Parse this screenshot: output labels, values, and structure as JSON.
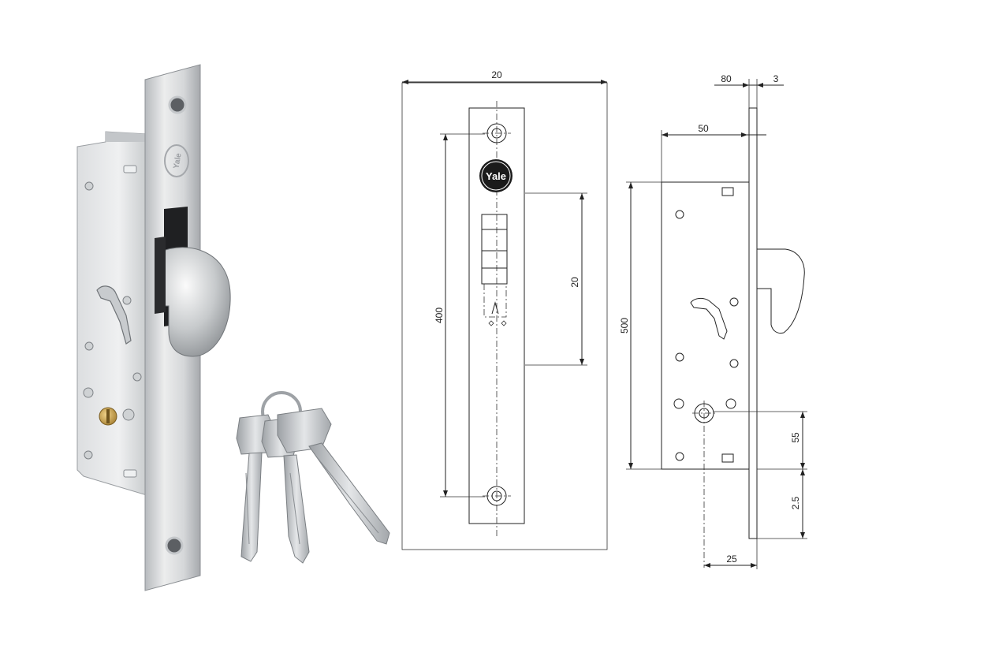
{
  "photo": {
    "brand_mark": "Yale",
    "keys_count": 3
  },
  "front_view": {
    "logo_text": "Yale",
    "dim_width": "20",
    "dim_height": "400",
    "dim_bolt": "20"
  },
  "side_view": {
    "dim_top_left": "80",
    "dim_top_right": "3",
    "dim_backset": "50",
    "dim_height": "500",
    "dim_right_upper": "55",
    "dim_right_lower": "2.5",
    "dim_bottom": "25"
  },
  "colors": {
    "line": "#222222",
    "steel_light": "#e6e7e8",
    "steel_dark": "#9ea2a7",
    "brass": "#c9a24a"
  }
}
